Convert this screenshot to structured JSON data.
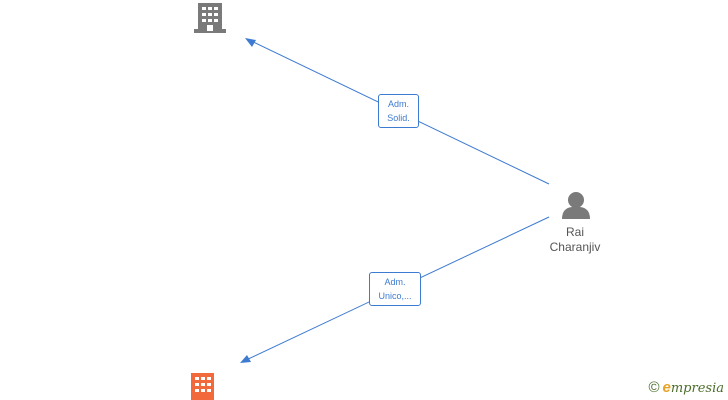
{
  "edges": [
    {
      "label_line1": "Adm.",
      "label_line2": "Solid."
    },
    {
      "label_line1": "Adm.",
      "label_line2": "Unico,..."
    }
  ],
  "person": {
    "name_line1": "Rai",
    "name_line2": "Charanjiv"
  },
  "brand": {
    "copyright": "©",
    "logo_initial": "e",
    "logo_rest": "mpresia"
  },
  "colors": {
    "edge": "#3d7bd1",
    "company_neutral": "#7a7a7a",
    "company_highlight": "#f26a3c",
    "person": "#7a7a7a"
  }
}
